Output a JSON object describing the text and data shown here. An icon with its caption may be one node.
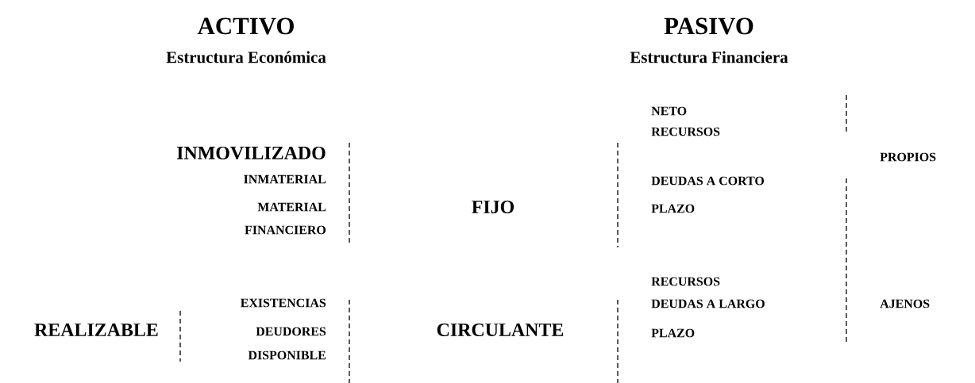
{
  "diagram": {
    "labels": [
      "ACTIVO",
      "PASIVO",
      "Estructura Económica",
      "Estructura Financiera",
      "NETO",
      "RECURSOS",
      "INMOVILIZADO",
      "PROPIOS",
      "INMATERIAL",
      "DEUDAS A CORTO",
      "MATERIAL",
      "FIJO",
      "PLAZO",
      "FINANCIERO",
      "RECURSOS",
      "EXISTENCIAS",
      "DEUDAS A LARGO",
      "AJENOS",
      "REALIZABLE",
      "DEUDORES",
      "CIRCULANTE",
      "PLAZO",
      "DISPONIBLE"
    ]
  }
}
